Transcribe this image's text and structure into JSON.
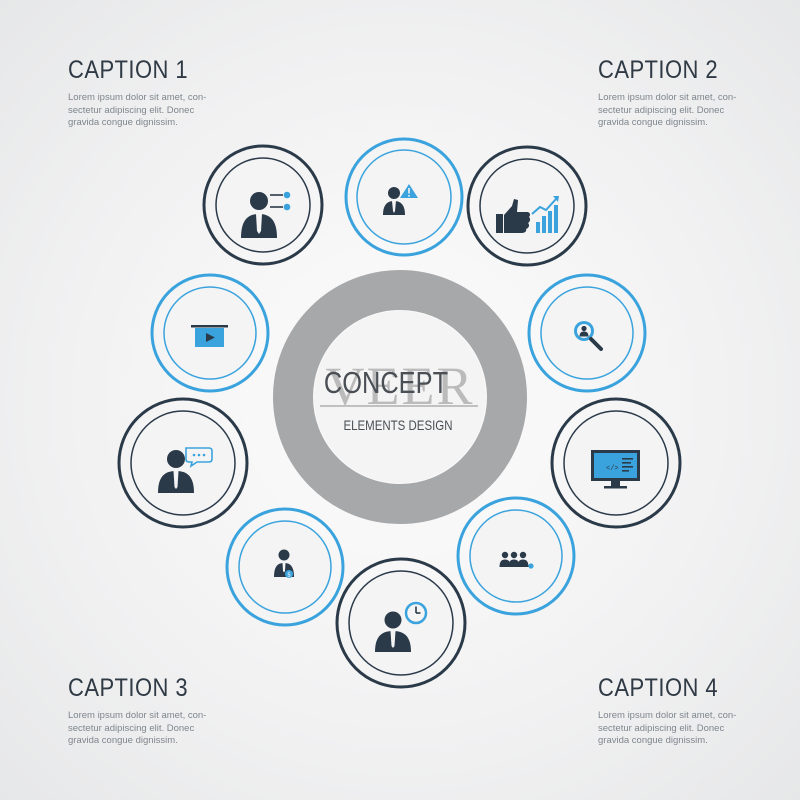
{
  "captions": [
    {
      "title": "CAPTION 1",
      "lines": [
        "Lorem ipsum dolor sit amet, con-",
        "sectetur adipiscing elit. Donec",
        "gravida congue dignissim."
      ]
    },
    {
      "title": "CAPTION 2",
      "lines": [
        "Lorem ipsum dolor sit amet, con-",
        "sectetur adipiscing elit. Donec",
        "gravida congue dignissim."
      ]
    },
    {
      "title": "CAPTION 3",
      "lines": [
        "Lorem ipsum dolor sit amet, con-",
        "sectetur adipiscing elit. Donec",
        "gravida congue dignissim."
      ]
    },
    {
      "title": "CAPTION 4",
      "lines": [
        "Lorem ipsum dolor sit amet, con-",
        "sectetur adipiscing elit. Donec",
        "gravida congue dignissim."
      ]
    }
  ],
  "center": {
    "title": "CONCEPT",
    "subtitle": "ELEMENTS DESIGN"
  },
  "watermark": "VEER",
  "colors": {
    "dark": "#2b3a49",
    "blue": "#3aa3dd",
    "gray_ring": "#a7a8aa",
    "text": "#2f3a45"
  },
  "icons": [
    {
      "name": "businessman-connections-icon",
      "style": "dark"
    },
    {
      "name": "businessman-alert-icon",
      "style": "blue"
    },
    {
      "name": "thumbs-up-growth-chart-icon",
      "style": "dark"
    },
    {
      "name": "video-presentation-icon",
      "style": "blue"
    },
    {
      "name": "person-search-icon",
      "style": "blue"
    },
    {
      "name": "businessman-chat-icon",
      "style": "dark"
    },
    {
      "name": "monitor-code-icon",
      "style": "dark"
    },
    {
      "name": "businessman-money-icon",
      "style": "blue"
    },
    {
      "name": "team-group-icon",
      "style": "blue"
    },
    {
      "name": "businessman-clock-icon",
      "style": "dark"
    }
  ]
}
